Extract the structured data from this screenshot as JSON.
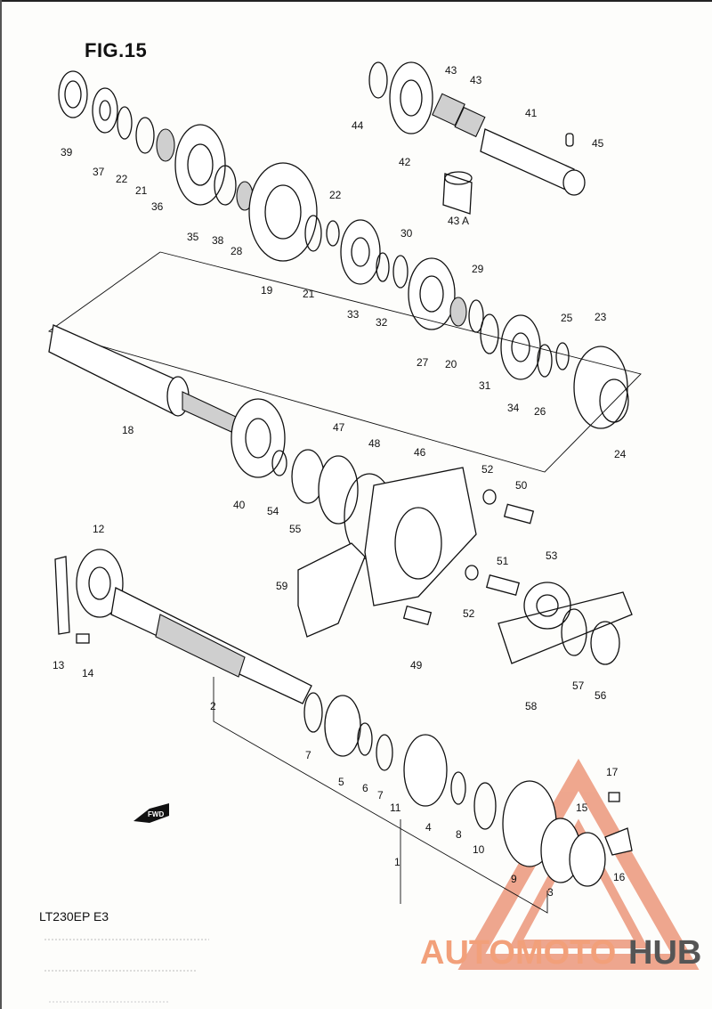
{
  "figure": {
    "title": "FIG.15",
    "model": "LT230EP  E3"
  },
  "fwd_arrow": {
    "label": "FWD",
    "icon": "forward-arrow-icon"
  },
  "watermark": {
    "part1": "AUTOMOTO",
    "part2": "HUB",
    "logo": "triangle-logo-icon",
    "color_main": "#f2a07a",
    "color_accent": "#555555"
  },
  "callouts": [
    "39",
    "37",
    "22",
    "21",
    "36",
    "35",
    "38",
    "28",
    "19",
    "21",
    "22",
    "33",
    "32",
    "30",
    "29",
    "27",
    "20",
    "31",
    "34",
    "26",
    "25",
    "23",
    "24",
    "44",
    "42",
    "43",
    "43",
    "41",
    "45",
    "43 A",
    "18",
    "40",
    "54",
    "55",
    "47",
    "48",
    "46",
    "52",
    "50",
    "59",
    "51",
    "53",
    "52",
    "49",
    "57",
    "56",
    "58",
    "12",
    "13",
    "14",
    "2",
    "7",
    "5",
    "6",
    "7",
    "11",
    "4",
    "8",
    "10",
    "9",
    "3",
    "15",
    "17",
    "16",
    "1"
  ]
}
